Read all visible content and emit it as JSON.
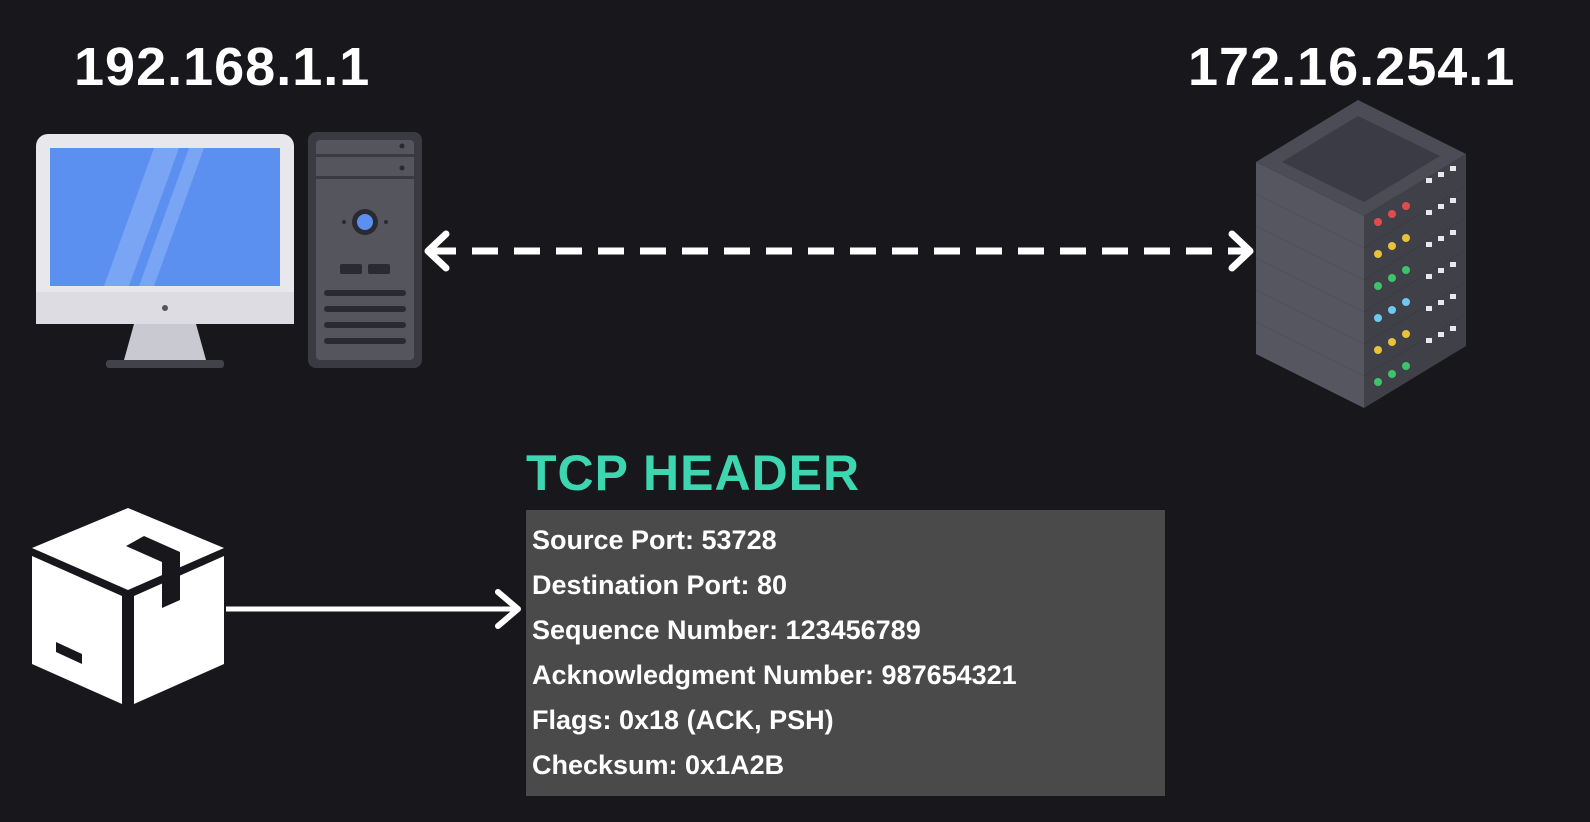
{
  "hosts": {
    "client": {
      "ip": "192.168.1.1",
      "icon": "desktop-computer-icon"
    },
    "server": {
      "ip": "172.16.254.1",
      "icon": "server-rack-icon"
    }
  },
  "packet": {
    "icon": "package-box-icon"
  },
  "tcp_header": {
    "title": "TCP HEADER",
    "fields": [
      "Source Port: 53728",
      "Destination Port: 80",
      "Sequence Number: 123456789",
      "Acknowledgment Number: 987654321",
      "Flags: 0x18 (ACK, PSH)",
      "Checksum: 0x1A2B"
    ]
  },
  "colors": {
    "background": "#18181c",
    "accent": "#3dd6b0",
    "header_box": "#4a4a4a",
    "screen": "#5b8ff0"
  }
}
